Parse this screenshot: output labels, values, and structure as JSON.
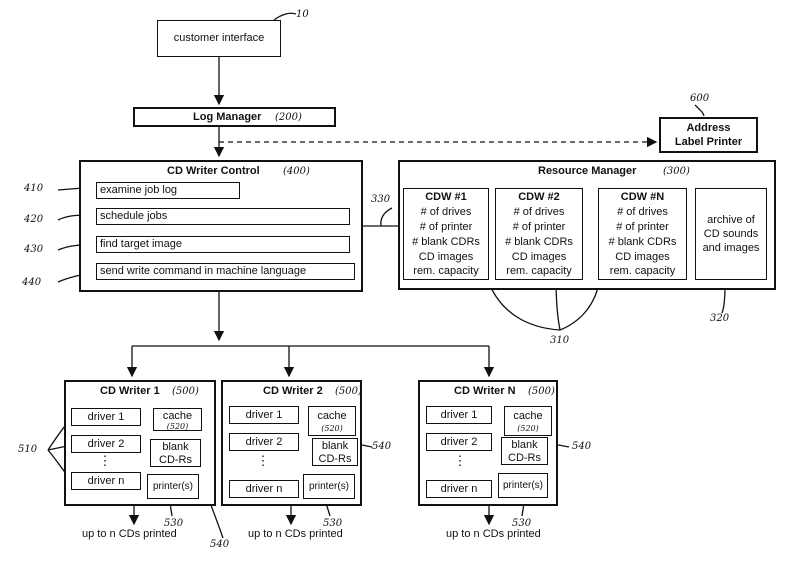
{
  "customer_interface": {
    "label": "customer interface",
    "ref": "10"
  },
  "log_manager": {
    "label": "Log Manager",
    "ref": "(200)"
  },
  "address_printer": {
    "line1": "Address",
    "line2": "Label Printer",
    "ref": "600"
  },
  "cd_writer_control": {
    "title": "CD Writer Control",
    "ref": "(400)",
    "steps": [
      {
        "label": "examine job log",
        "ref": "410"
      },
      {
        "label": "schedule jobs",
        "ref": "420"
      },
      {
        "label": "find target image",
        "ref": "430"
      },
      {
        "label": "send write command in machine language",
        "ref": "440"
      }
    ]
  },
  "resource_manager": {
    "title": "Resource Manager",
    "ref": "(300)",
    "link_ref": "330",
    "cdw": [
      {
        "title": "CDW #1",
        "lines": [
          "# of drives",
          "# of printer",
          "# blank CDRs",
          "CD images",
          "rem. capacity"
        ]
      },
      {
        "title": "CDW #2",
        "lines": [
          "# of drives",
          "# of printer",
          "# blank CDRs",
          "CD images",
          "rem. capacity"
        ]
      },
      {
        "title": "CDW #N",
        "lines": [
          "# of drives",
          "# of printer",
          "# blank CDRs",
          "CD images",
          "rem. capacity"
        ]
      }
    ],
    "archive": [
      "archive of",
      "CD sounds",
      "and images"
    ],
    "archive_ref": "320",
    "cdw_ref": "310"
  },
  "writers": [
    {
      "title": "CD Writer 1",
      "ref": "(500)",
      "drivers": [
        "driver 1",
        "driver 2",
        "driver n"
      ],
      "cache": "cache",
      "cache_ref": "(520)",
      "blank": [
        "blank",
        "CD-Rs"
      ],
      "printer": "printer(s)",
      "printer_ref": "530",
      "output": "up to n CDs printed",
      "blank_ref": "540"
    },
    {
      "title": "CD Writer 2",
      "ref": "(500)",
      "drivers": [
        "driver 1",
        "driver 2",
        "driver n"
      ],
      "cache": "cache",
      "cache_ref": "(520)",
      "blank": [
        "blank",
        "CD-Rs"
      ],
      "printer": "printer(s)",
      "printer_ref": "530",
      "output": "up to n CDs printed",
      "blank_ref": "540"
    },
    {
      "title": "CD Writer N",
      "ref": "(500)",
      "drivers": [
        "driver 1",
        "driver 2",
        "driver n"
      ],
      "cache": "cache",
      "cache_ref": "(520)",
      "blank": [
        "blank",
        "CD-Rs"
      ],
      "printer": "printer(s)",
      "printer_ref": "530",
      "output": "up to n CDs printed",
      "blank_ref": "540"
    }
  ],
  "drivers_ref": "510",
  "ellipsis": "⋮"
}
